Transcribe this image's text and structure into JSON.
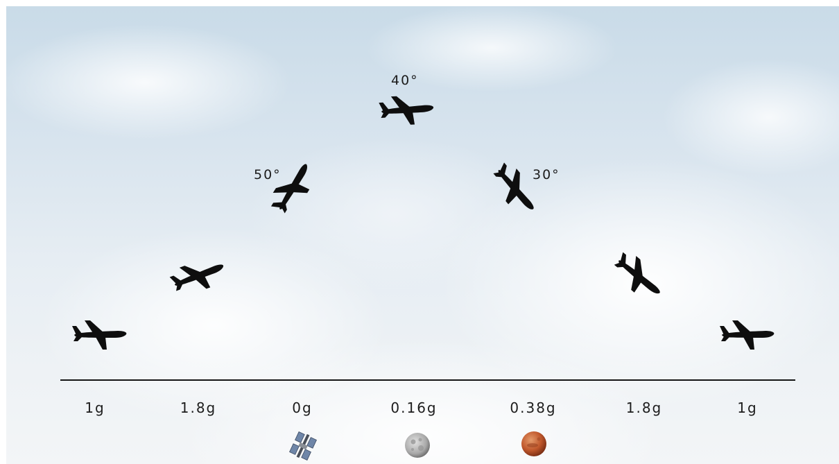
{
  "angles": {
    "climb": "50°",
    "apex": "40°",
    "dive": "30°"
  },
  "gravity_labels": [
    "1g",
    "1.8g",
    "0g",
    "0.16g",
    "0.38g",
    "1.8g",
    "1g"
  ],
  "reference_bodies": {
    "station": "space-station-icon",
    "moon": "moon-icon",
    "mars": "mars-icon"
  },
  "colors": {
    "silhouette": "#0e0e0e",
    "text": "#1c1c1c",
    "moon": "#b8b8b8",
    "mars": "#c8643a"
  }
}
